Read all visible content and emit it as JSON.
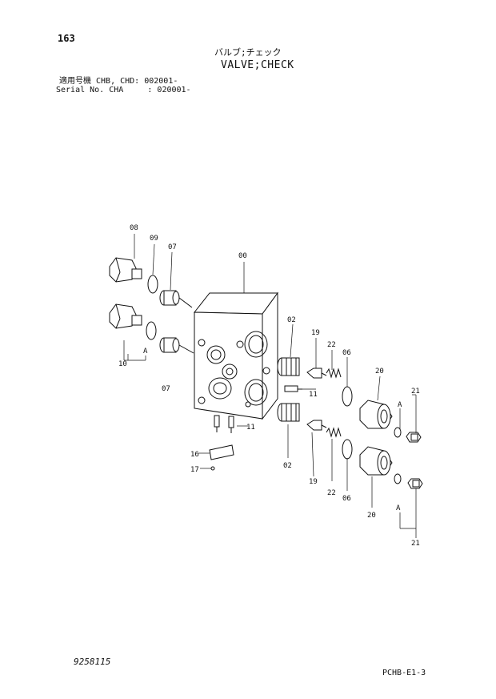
{
  "header": {
    "page_number": "163",
    "title_jp": "バルブ;チェック",
    "title_en": "VALVE;CHECK",
    "serial_line1": "適用号機 CHB, CHD: 002001-",
    "serial_line2": "Serial No. CHA     : 020001-"
  },
  "footer": {
    "document_number": "9258115",
    "page_ref": "PCHB-E1-3"
  },
  "part_labels": {
    "p00": "00",
    "p02a": "02",
    "p02b": "02",
    "p06a": "06",
    "p06b": "06",
    "p07a": "07",
    "p07b": "07",
    "p08": "08",
    "p09": "09",
    "p10": "10",
    "p11a": "11",
    "p11b": "11",
    "p16": "16",
    "p17": "17",
    "p19a": "19",
    "p19b": "19",
    "p20a": "20",
    "p20b": "20",
    "p21a": "21",
    "p21b": "21",
    "p22a": "22",
    "p22b": "22",
    "ref_a1": "A",
    "ref_a2": "A",
    "ref_a3": "A"
  }
}
